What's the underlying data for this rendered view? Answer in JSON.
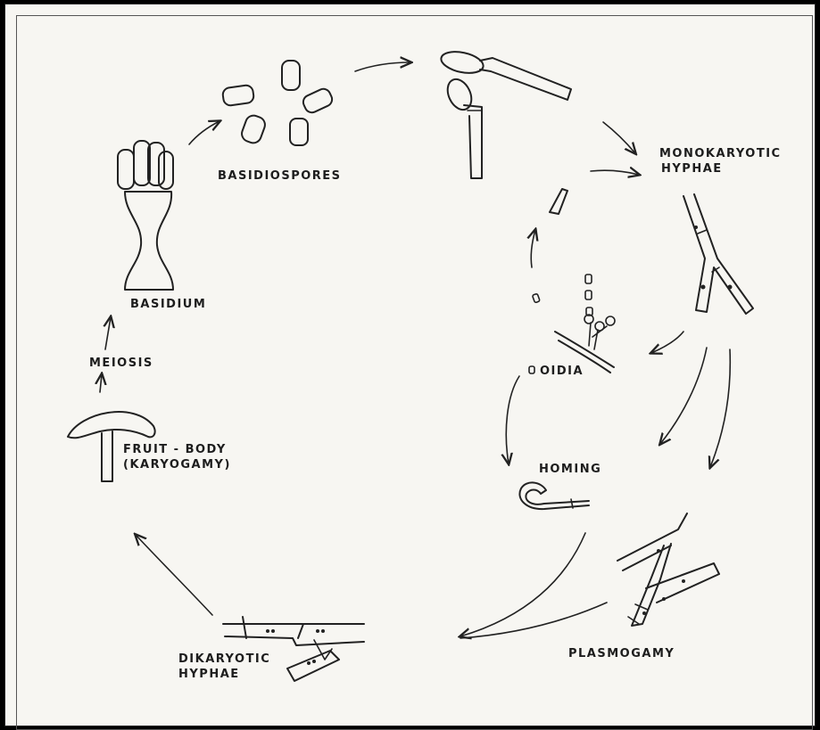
{
  "labels": {
    "basidiospores": "BASIDIOSPORES",
    "monokaryotic_line1": "MONOKARYOTIC",
    "monokaryotic_line2": "HYPHAE",
    "basidium": "BASIDIUM",
    "meiosis": "MEIOSIS",
    "oidia": "OIDIA",
    "fruit_body_line1": "FRUIT - BODY",
    "fruit_body_line2": "(KARYOGAMY)",
    "homing": "HOMING",
    "plasmogamy": "PLASMOGAMY",
    "dikaryotic_line1": "DIKARYOTIC",
    "dikaryotic_line2": "HYPHAE"
  },
  "colors": {
    "background": "#f7f6f2",
    "ink": "#222222",
    "frame": "#000000"
  }
}
